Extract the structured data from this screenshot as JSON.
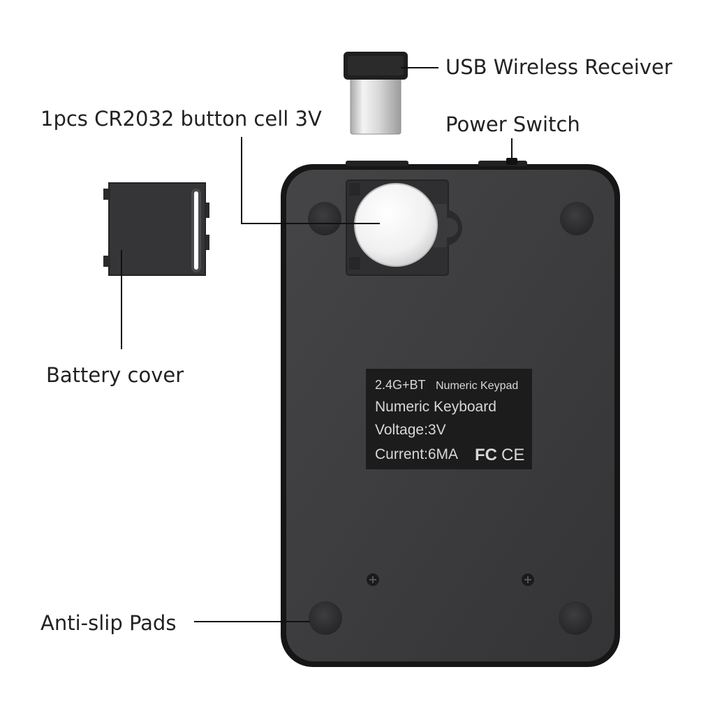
{
  "callouts": {
    "usb_receiver": "USB Wireless Receiver",
    "battery": "1pcs CR2032 button cell 3V",
    "power_switch": "Power Switch",
    "battery_cover": "Battery cover",
    "anti_slip_pads": "Anti-slip Pads"
  },
  "product_label": {
    "line1_main": "2.4G+BT",
    "line1_sub": "Numeric Keypad",
    "line2": "Numeric Keyboard",
    "line3": "Voltage:3V",
    "line4": "Current:6MA",
    "fcc_mark": "FC",
    "ce_mark": "CE"
  },
  "colors": {
    "device_body": "#3a3a3c",
    "device_rim": "#1a1a1b",
    "label_bg": "#1c1c1d",
    "label_text": "#d8d8d8",
    "callout_text": "#222222",
    "leader_line": "#111111"
  }
}
